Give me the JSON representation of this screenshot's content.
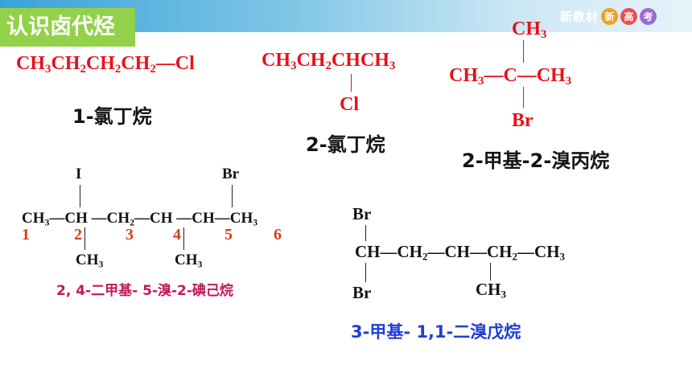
{
  "header": {
    "title": "认识卤代烃",
    "brand_text": "新教材",
    "brand_circles": [
      "新",
      "高",
      "考"
    ],
    "colors": {
      "bar": "#3aa3d6",
      "tab": "#93d14a",
      "circle1": "#f0a020",
      "circle2": "#e85050",
      "circle3": "#9c6ad4"
    }
  },
  "molecules": {
    "chlorobutane1": {
      "formula": [
        "CH",
        "3",
        "CH",
        "2",
        "CH",
        "2",
        "CH",
        "2",
        "—Cl"
      ],
      "name": "1-氯丁烷"
    },
    "chlorobutane2": {
      "main": [
        "CH",
        "3",
        "CH",
        "2",
        "CHCH",
        "3"
      ],
      "sub": "Cl",
      "name": "2-氯丁烷"
    },
    "bromopropane": {
      "top": [
        "CH",
        "3"
      ],
      "mid_left": [
        "CH",
        "3"
      ],
      "center": "—C—",
      "mid_right": [
        "CH",
        "3"
      ],
      "bottom": "Br",
      "name": "2-甲基-2-溴丙烷"
    },
    "hexane": {
      "top_i": "I",
      "top_br": "Br",
      "chain": [
        "CH",
        "3",
        "—CH —CH",
        "2",
        "—CH —CH—CH",
        "3"
      ],
      "bottom1": [
        "CH",
        "3"
      ],
      "bottom2": [
        "CH",
        "3"
      ],
      "numbers": [
        "1",
        "2",
        "3",
        "4",
        "5",
        "6"
      ],
      "name": "2, 4-二甲基- 5-溴-2-碘己烷"
    },
    "pentane": {
      "top_br": "Br",
      "chain": [
        "CH—CH",
        "2",
        "—CH—CH",
        "2",
        "—CH",
        "3"
      ],
      "bottom_br": "Br",
      "bottom_ch3": [
        "CH",
        "3"
      ],
      "name": "3-甲基- 1,1-二溴戊烷"
    }
  }
}
